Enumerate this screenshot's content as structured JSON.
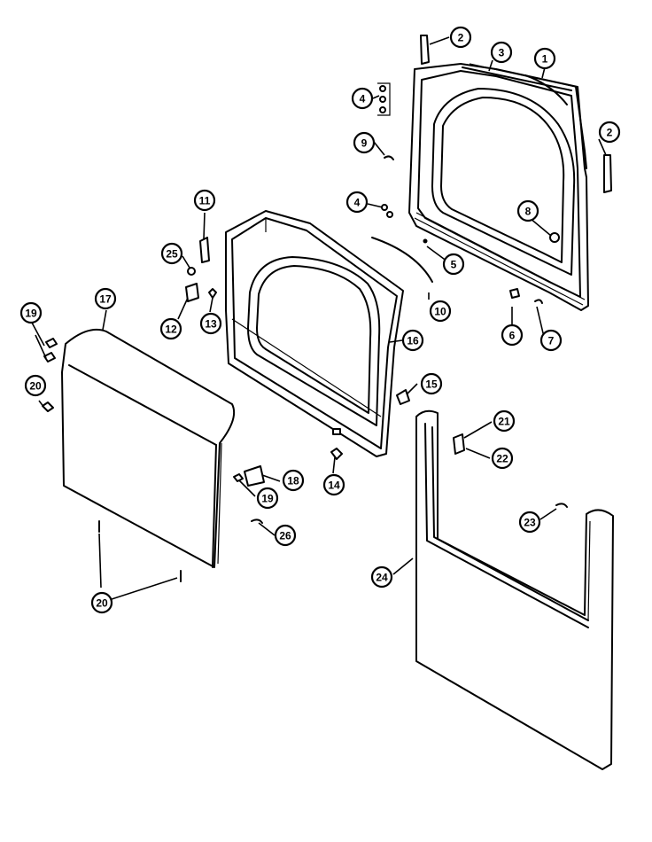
{
  "diagram": {
    "callouts": [
      {
        "id": "c1",
        "label": "1"
      },
      {
        "id": "c2a",
        "label": "2"
      },
      {
        "id": "c2b",
        "label": "2"
      },
      {
        "id": "c3",
        "label": "3"
      },
      {
        "id": "c4a",
        "label": "4"
      },
      {
        "id": "c4b",
        "label": "4"
      },
      {
        "id": "c5",
        "label": "5"
      },
      {
        "id": "c6",
        "label": "6"
      },
      {
        "id": "c7",
        "label": "7"
      },
      {
        "id": "c8",
        "label": "8"
      },
      {
        "id": "c9",
        "label": "9"
      },
      {
        "id": "c10",
        "label": "10"
      },
      {
        "id": "c11",
        "label": "11"
      },
      {
        "id": "c12",
        "label": "12"
      },
      {
        "id": "c13",
        "label": "13"
      },
      {
        "id": "c14",
        "label": "14"
      },
      {
        "id": "c15",
        "label": "15"
      },
      {
        "id": "c16",
        "label": "16"
      },
      {
        "id": "c17",
        "label": "17"
      },
      {
        "id": "c18",
        "label": "18"
      },
      {
        "id": "c19a",
        "label": "19"
      },
      {
        "id": "c19b",
        "label": "19"
      },
      {
        "id": "c20a",
        "label": "20"
      },
      {
        "id": "c20b",
        "label": "20"
      },
      {
        "id": "c21",
        "label": "21"
      },
      {
        "id": "c22",
        "label": "22"
      },
      {
        "id": "c23",
        "label": "23"
      },
      {
        "id": "c24",
        "label": "24"
      },
      {
        "id": "c25",
        "label": "25"
      },
      {
        "id": "c26",
        "label": "26"
      }
    ]
  }
}
